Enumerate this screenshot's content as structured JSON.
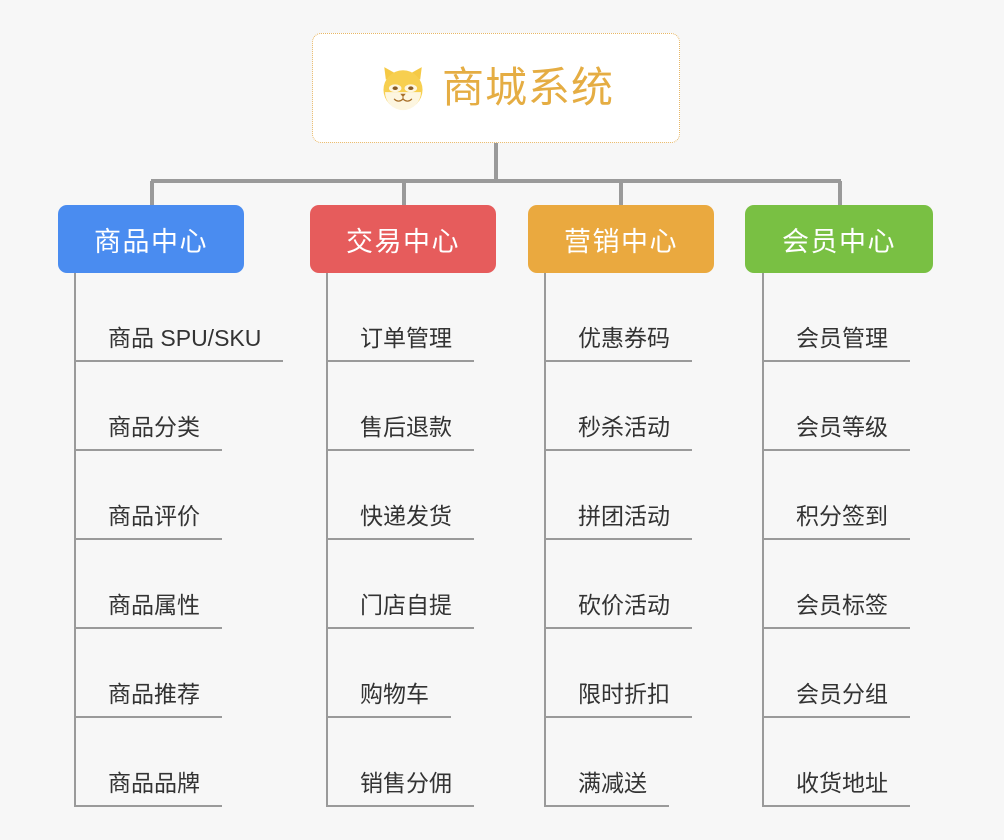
{
  "diagram": {
    "type": "mindmap",
    "title": "商城系统",
    "root": {
      "label": "商城系统",
      "icon": "shiba-dog-face-emoji",
      "title_color": "#e5ad43",
      "border_color": "#e8b765",
      "background": "#ffffff"
    },
    "canvas_background": "#f7f7f7",
    "connector_color": "#9a9a9a",
    "branches": [
      {
        "label": "商品中心",
        "color": "#4a8cf0",
        "leaves": [
          "商品 SPU/SKU",
          "商品分类",
          "商品评价",
          "商品属性",
          "商品推荐",
          "商品品牌"
        ]
      },
      {
        "label": "交易中心",
        "color": "#e65c5c",
        "leaves": [
          "订单管理",
          "售后退款",
          "快递发货",
          "门店自提",
          "购物车",
          "销售分佣"
        ]
      },
      {
        "label": "营销中心",
        "color": "#eaa93f",
        "leaves": [
          "优惠券码",
          "秒杀活动",
          "拼团活动",
          "砍价活动",
          "限时折扣",
          "满减送"
        ]
      },
      {
        "label": "会员中心",
        "color": "#79c043",
        "leaves": [
          "会员管理",
          "会员等级",
          "积分签到",
          "会员标签",
          "会员分组",
          "收货地址"
        ]
      }
    ]
  }
}
